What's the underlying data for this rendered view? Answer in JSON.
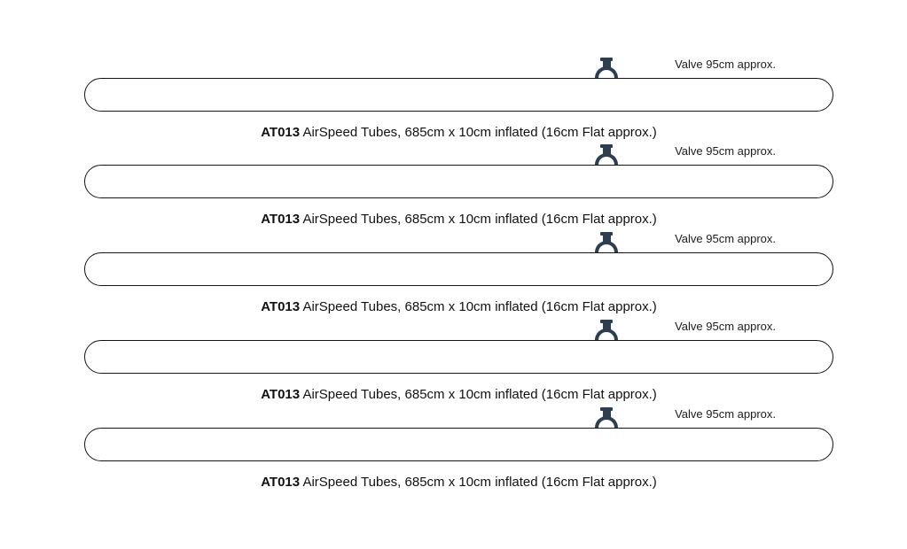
{
  "colors": {
    "background": "#ffffff",
    "tube_outline": "#141414",
    "valve": "#2c3e50",
    "text": "#111111"
  },
  "rows": [
    {
      "valve_label": "Valve 95cm approx.",
      "code": "AT013",
      "caption": " AirSpeed Tubes, 685cm x 10cm inflated (16cm Flat approx.)"
    },
    {
      "valve_label": "Valve 95cm approx.",
      "code": "AT013",
      "caption": " AirSpeed Tubes, 685cm x 10cm inflated (16cm Flat approx.)"
    },
    {
      "valve_label": "Valve 95cm approx.",
      "code": "AT013",
      "caption": " AirSpeed Tubes, 685cm x 10cm inflated (16cm Flat approx.)"
    },
    {
      "valve_label": "Valve 95cm approx.",
      "code": "AT013",
      "caption": " AirSpeed Tubes, 685cm x 10cm inflated (16cm Flat approx.)"
    },
    {
      "valve_label": "Valve 95cm approx.",
      "code": "AT013",
      "caption": " AirSpeed Tubes, 685cm x 10cm inflated (16cm Flat approx.)"
    }
  ]
}
